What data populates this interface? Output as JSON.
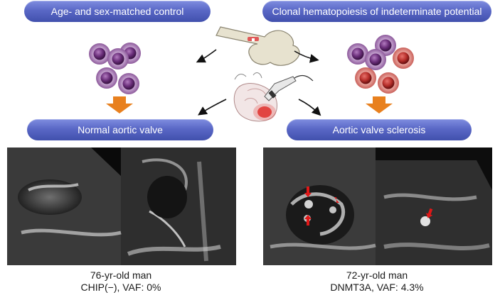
{
  "groups": {
    "control": {
      "header": "Age- and sex-matched control",
      "outcome": "Normal aortic valve",
      "caption_line1": "76-yr-old man",
      "caption_line2": "CHIP(−), VAF: 0%"
    },
    "chip": {
      "header": "Clonal hematopoiesis of indeterminate potential",
      "outcome": "Aortic valve sclerosis",
      "caption_line1": "72-yr-old man",
      "caption_line2": "DNMT3A, VAF: 4.3%"
    }
  },
  "colors": {
    "pill": "#5a68c6",
    "normal_cell": "#7a3f86",
    "clonal_cell": "#d06b67",
    "down_arrow": "#e8801e",
    "lesion_arrow": "#e01818"
  },
  "icons": [
    "bone-marrow-femur-icon",
    "heart-echo-probe-icon",
    "blood-cell-icon",
    "curved-arrow-icon",
    "down-arrow-icon"
  ]
}
